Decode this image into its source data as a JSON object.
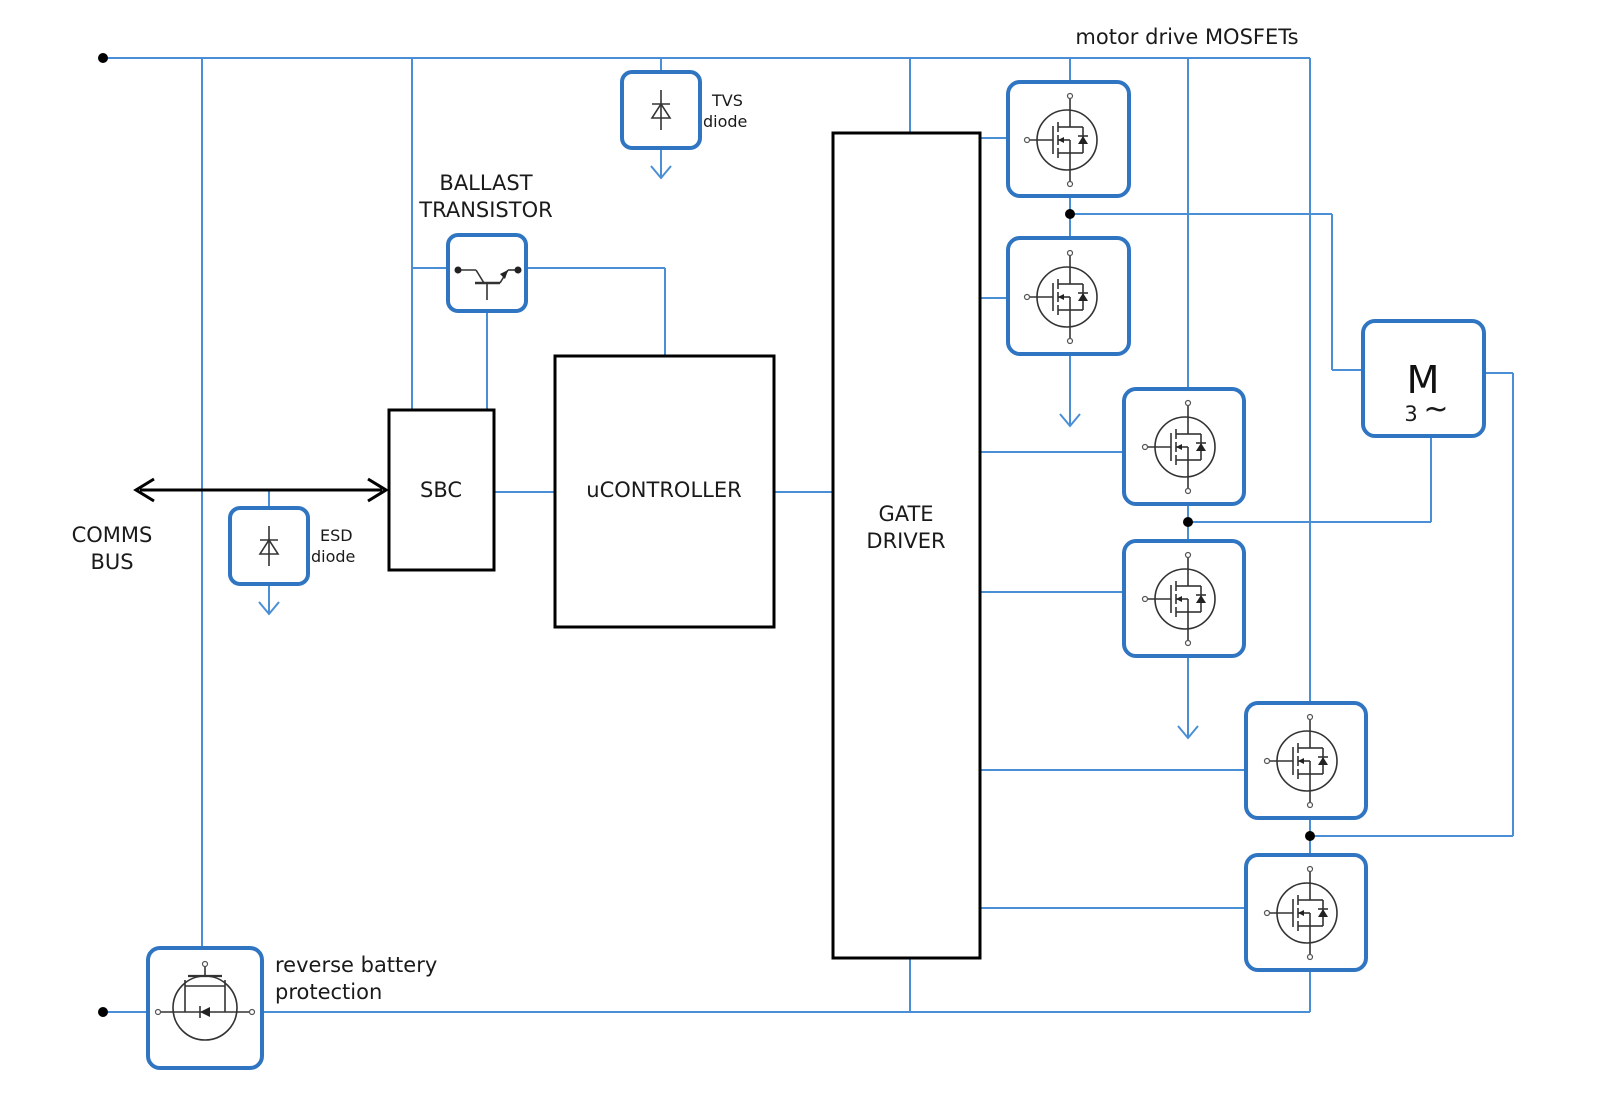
{
  "labels": {
    "motor_drive_mosfets": "motor drive  MOSFETs",
    "tvs_line1": "TVS",
    "tvs_line2": "diode",
    "ballast_line1": "BALLAST",
    "ballast_line2": "TRANSISTOR",
    "sbc": "SBC",
    "ucontroller": "uCONTROLLER",
    "gate_line1": "GATE",
    "gate_line2": "DRIVER",
    "comms_line1": "COMMS",
    "comms_line2": "BUS",
    "esd_line1": "ESD",
    "esd_line2": "diode",
    "rev_line1": "reverse battery",
    "rev_line2": "protection",
    "motor_symbol": "M",
    "motor_phase": "3",
    "motor_ac": "~"
  },
  "colors": {
    "wire": "#4a8fd6",
    "component_border": "#2f75c2",
    "block_border": "#000000"
  }
}
